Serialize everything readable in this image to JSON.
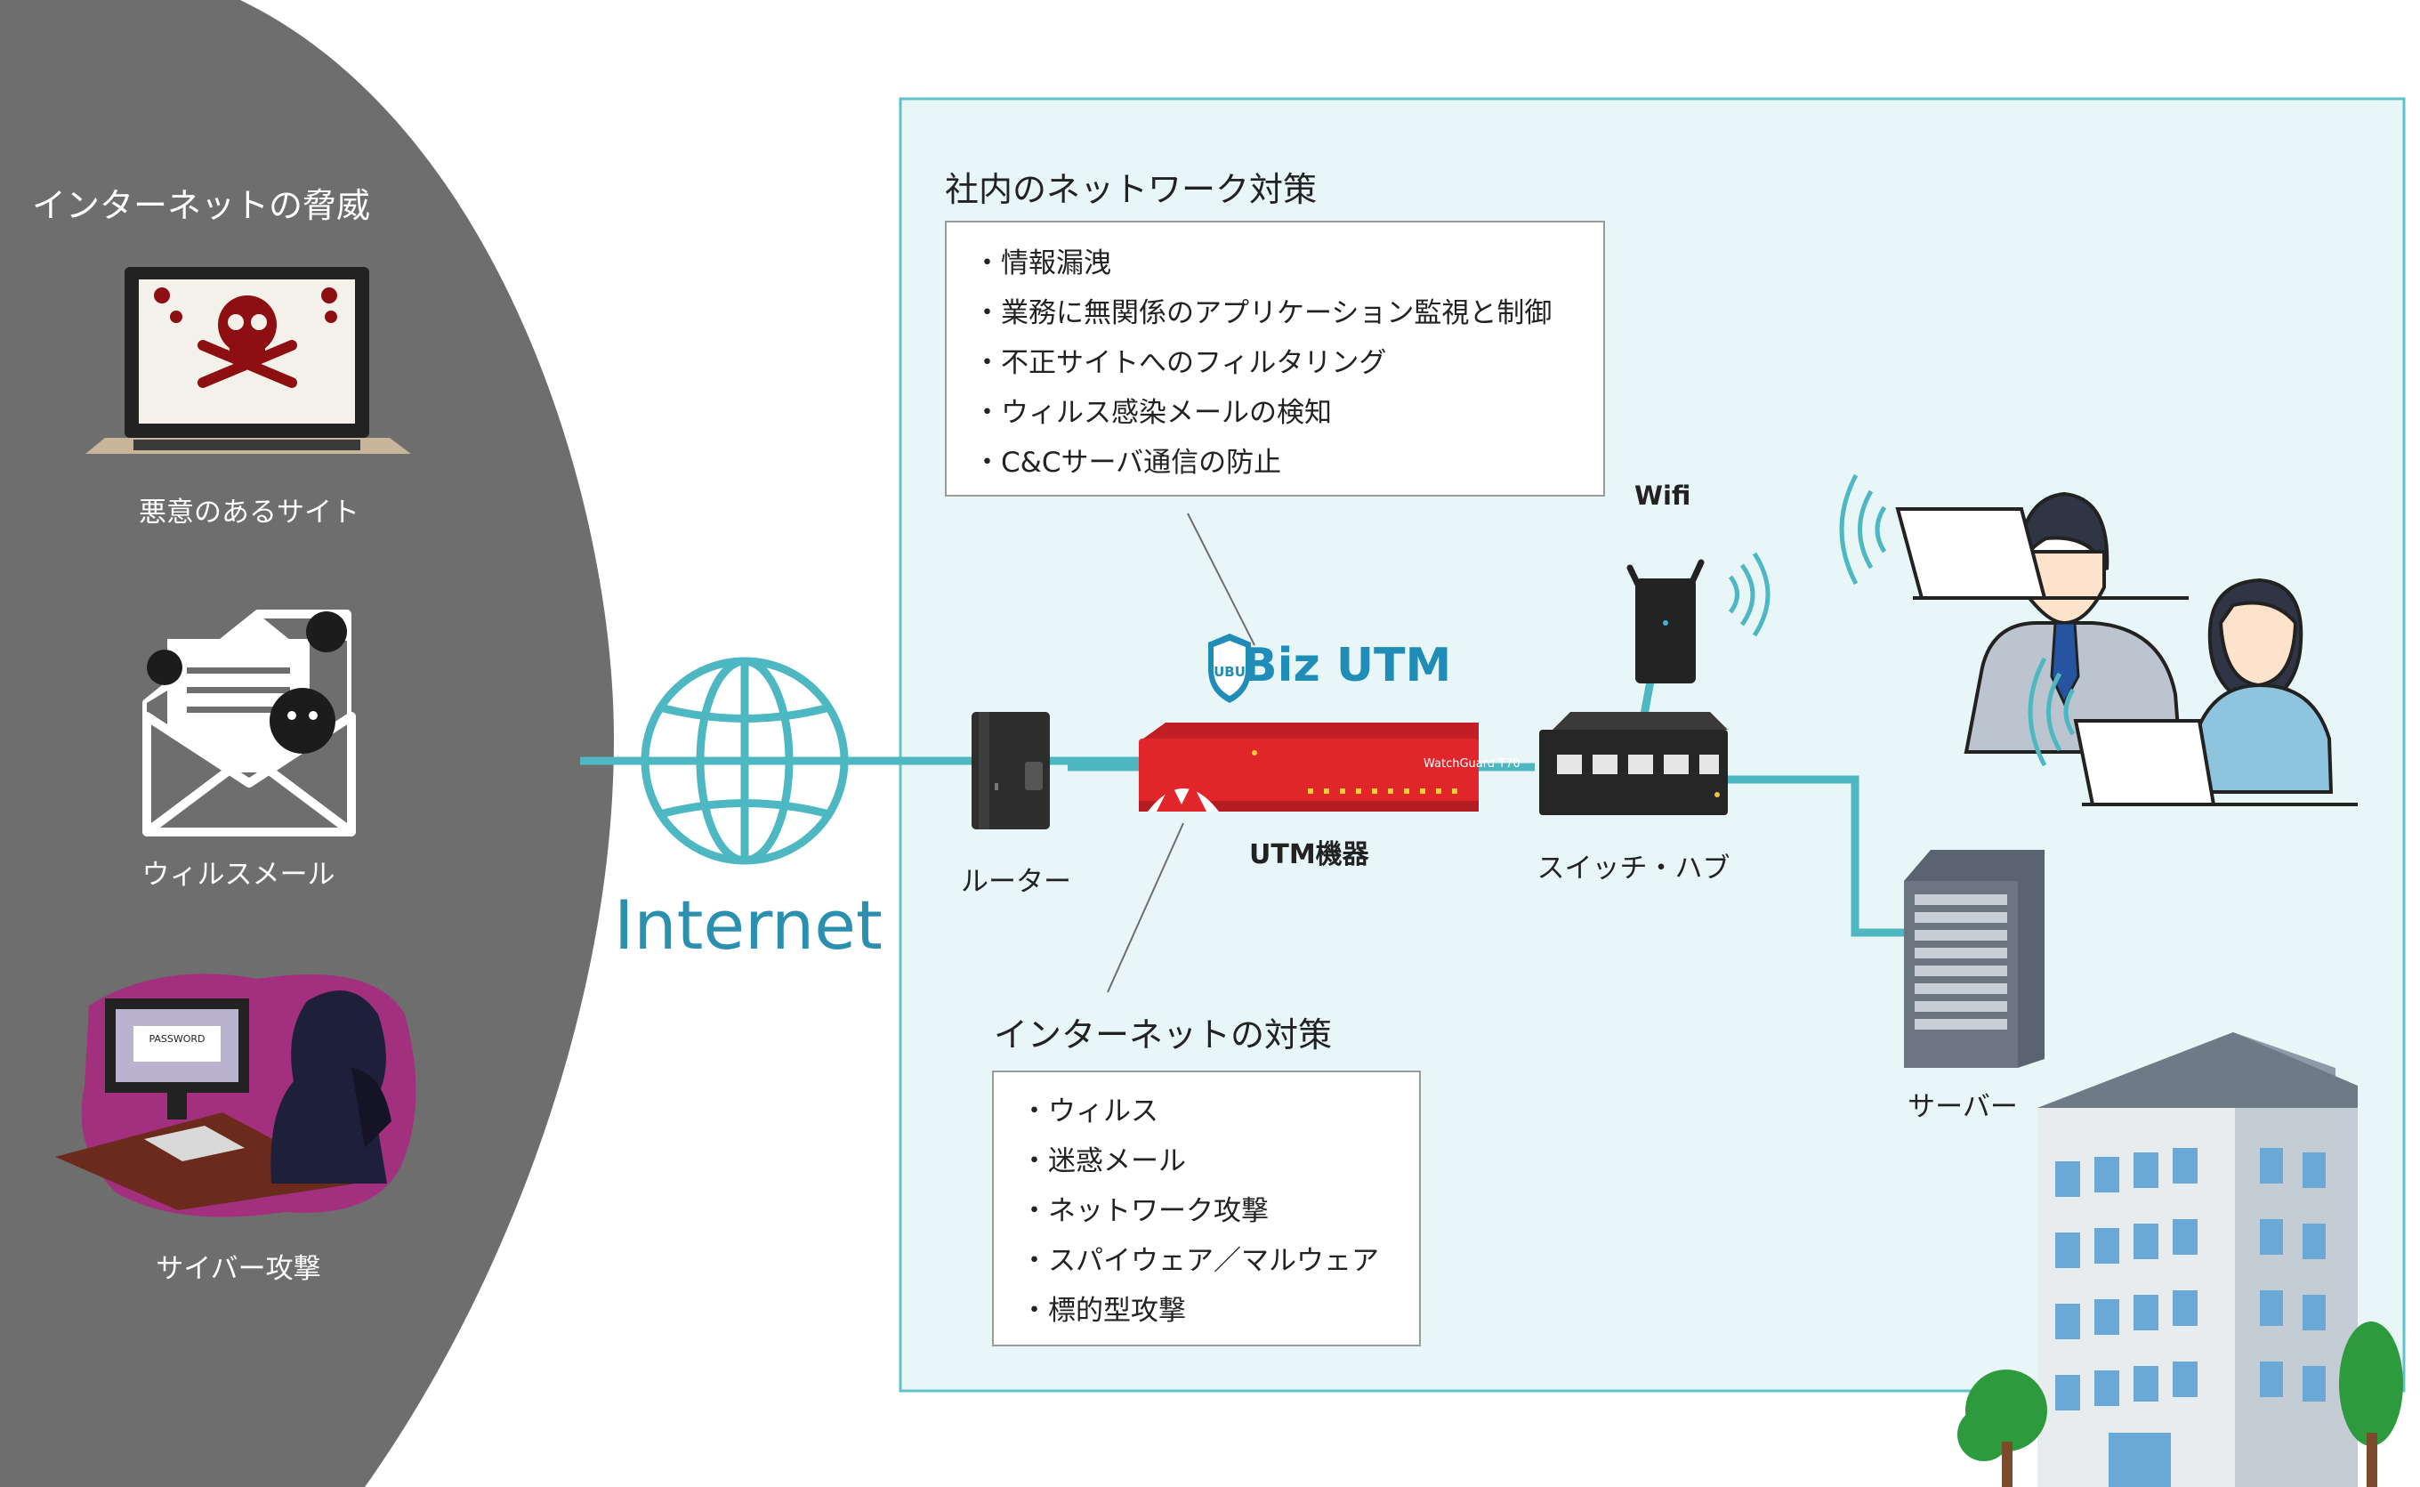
{
  "threats": {
    "title": "インターネットの脅威",
    "items": [
      {
        "label": "悪意のあるサイト"
      },
      {
        "label": "ウィルスメール"
      },
      {
        "label": "サイバー攻撃"
      }
    ],
    "password_text": "PASSWORD"
  },
  "internet": {
    "label": "Internet"
  },
  "internal": {
    "title": "社内のネットワーク対策",
    "items": [
      "・情報漏洩",
      "・業務に無関係のアプリケーション監視と制御",
      "・不正サイトへのフィルタリング",
      "・ウィルス感染メールの検知",
      "・C&Cサーバ通信の防止"
    ]
  },
  "external": {
    "title": "インターネットの対策",
    "items": [
      "・ウィルス",
      "・迷惑メール",
      "・ネットワーク攻撃",
      "・スパイウェア／マルウェア",
      "・標的型攻撃"
    ]
  },
  "devices": {
    "router": "ルーター",
    "utm": "UTM機器",
    "switch": "スイッチ・ハブ",
    "server": "サーバー",
    "wifi": "Wifi",
    "brand": "Biz UTM",
    "brand_badge": "UBU",
    "utm_device_text": "WatchGuard T70"
  },
  "colors": {
    "threat_bg": "#6e6e6e",
    "network_area_bg": "#e8f6f7",
    "network_area_border": "#5fc3cc",
    "line": "#4db8c2",
    "brand": "#1f8db7",
    "utm_red": "#e0262b"
  }
}
